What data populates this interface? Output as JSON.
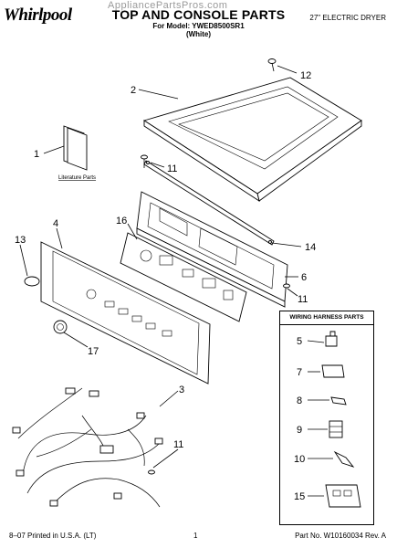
{
  "header": {
    "brand": "Whirlpool",
    "watermark": "AppliancePartsPros.com",
    "title": "TOP AND CONSOLE PARTS",
    "model": "For Model: YWED8500SR1",
    "color": "(White)",
    "appliance": "27\" ELECTRIC DRYER"
  },
  "labels": {
    "literature": "Literature Parts",
    "harness_box_title": "WIRING HARNESS PARTS"
  },
  "callouts": {
    "c1": "1",
    "c2": "2",
    "c3": "3",
    "c4": "4",
    "c5": "5",
    "c6": "6",
    "c7": "7",
    "c8": "8",
    "c9": "9",
    "c10": "10",
    "c11a": "11",
    "c11b": "11",
    "c11c": "11",
    "c12": "12",
    "c13": "13",
    "c14": "14",
    "c15": "15",
    "c16": "16",
    "c17": "17"
  },
  "footer": {
    "left": "8–07 Printed in U.S.A. (LT)",
    "page": "1",
    "part_number": "Part No. W10160034 Rev. A"
  }
}
